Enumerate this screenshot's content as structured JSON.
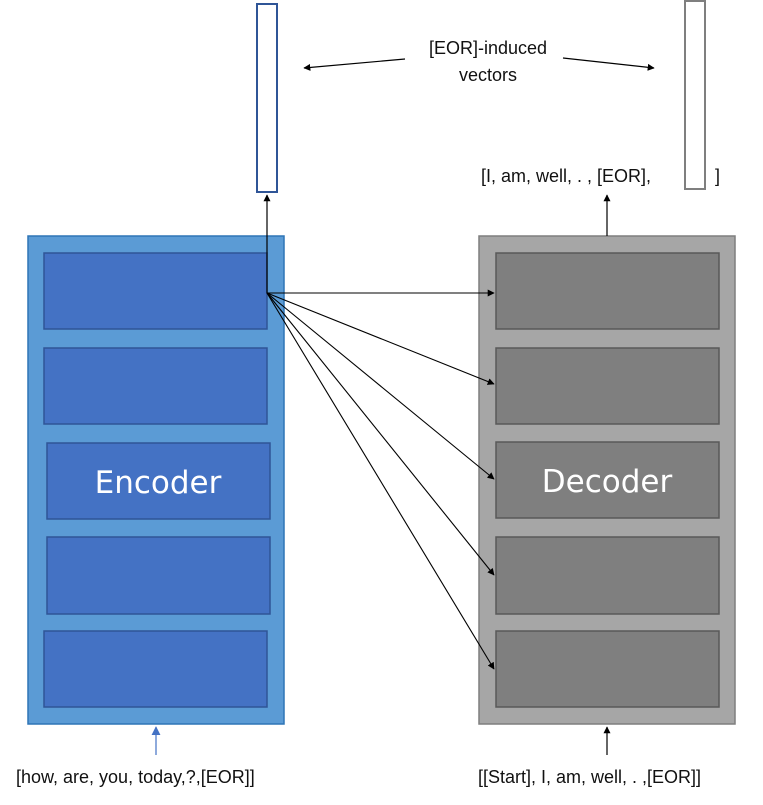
{
  "diagram": {
    "encoder_label": "Encoder",
    "decoder_label": "Decoder",
    "vectors_label_line1": "[EOR]-induced",
    "vectors_label_line2": "vectors",
    "output_tokens_prefix": "[I, am, well, . , [EOR],",
    "output_tokens_suffix": "]",
    "encoder_input": "[how, are, you, today,?,[EOR]]",
    "decoder_input": "[[Start], I, am, well, . ,[EOR]]"
  },
  "colors": {
    "encoder_outer": "#5B9BD5",
    "encoder_block": "#4472C4",
    "decoder_outer": "#A6A6A6",
    "decoder_block": "#7F7F7F",
    "encoder_vector_outline": "#2F5597",
    "decoder_vector_outline": "#7F7F7F",
    "arrow": "#000000",
    "input_arrow": "#4472C4"
  }
}
